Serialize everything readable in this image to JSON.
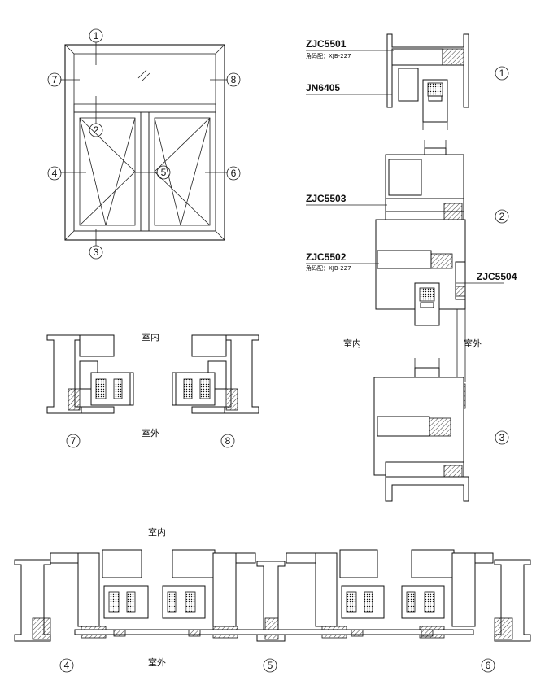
{
  "window_markers": [
    "1",
    "2",
    "3",
    "4",
    "5",
    "6",
    "7",
    "8"
  ],
  "right_section": {
    "codes": {
      "zjc5501": "ZJC5501",
      "zjc5501_note": "角码配：XJB-227",
      "jn6405": "JN6405",
      "zjc5503": "ZJC5503",
      "zjc5502": "ZJC5502",
      "zjc5502_note": "角码配：XJB-227",
      "zjc5504": "ZJC5504"
    },
    "markers": [
      "1",
      "2",
      "3"
    ],
    "indoor": "室内",
    "outdoor": "室外"
  },
  "middle_section": {
    "indoor": "室内",
    "outdoor": "室外",
    "markers": [
      "7",
      "8"
    ]
  },
  "bottom_section": {
    "indoor": "室内",
    "outdoor": "室外",
    "markers": [
      "4",
      "5",
      "6"
    ]
  }
}
